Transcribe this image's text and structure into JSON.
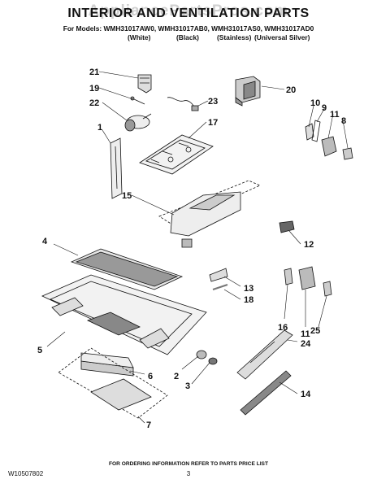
{
  "header": {
    "watermark": "AppliancePartsPros.com",
    "title": "INTERIOR AND VENTILATION PARTS",
    "models_line": "For Models: WMH31017AW0, WMH31017AB0, WMH31017AS0, WMH31017AD0",
    "variants": [
      "(White)",
      "(Black)",
      "(Stainless)",
      "(Universal Silver)"
    ]
  },
  "callouts": [
    "21",
    "19",
    "22",
    "1",
    "20",
    "23",
    "17",
    "10",
    "9",
    "11",
    "8",
    "15",
    "12",
    "4",
    "13",
    "18",
    "5",
    "16",
    "11",
    "25",
    "24",
    "6",
    "2",
    "3",
    "7",
    "14"
  ],
  "footer": {
    "ordering_note": "FOR ORDERING INFORMATION REFER TO PARTS PRICE LIST",
    "doc_number": "W10507802",
    "page_number": "3"
  }
}
